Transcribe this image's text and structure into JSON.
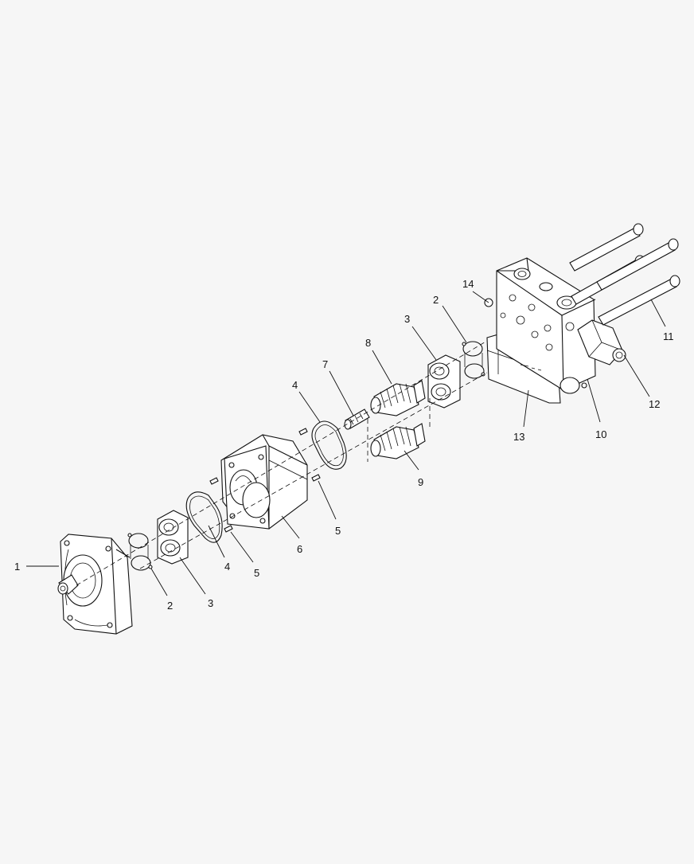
{
  "callouts": {
    "c1": "1",
    "c2a": "2",
    "c3a": "3",
    "c4a": "4",
    "c5a": "5",
    "c6": "6",
    "c4b": "4",
    "c5b": "5",
    "c7": "7",
    "c8": "8",
    "c9": "9",
    "c3b": "3",
    "c2b": "2",
    "c14": "14",
    "c10": "10",
    "c11": "11",
    "c12": "12",
    "c13": "13"
  }
}
